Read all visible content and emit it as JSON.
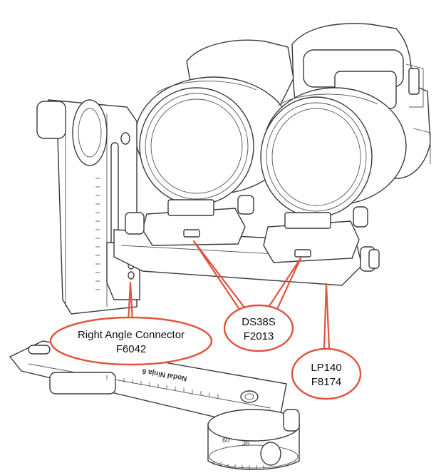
{
  "callouts": {
    "right_angle": {
      "line1": "Right Angle Connector",
      "line2": "F6042"
    },
    "ds38s": {
      "line1": "DS38S",
      "line2": "F2013"
    },
    "lp140": {
      "line1": "LP140",
      "line2": "F8174"
    }
  },
  "rail_engraving": "Nodal Ninja 6",
  "rotator_marks": [
    "60",
    "36"
  ],
  "colors": {
    "callout": "#e0533f",
    "ink": "#3a3a3a",
    "background": "#ffffff"
  }
}
